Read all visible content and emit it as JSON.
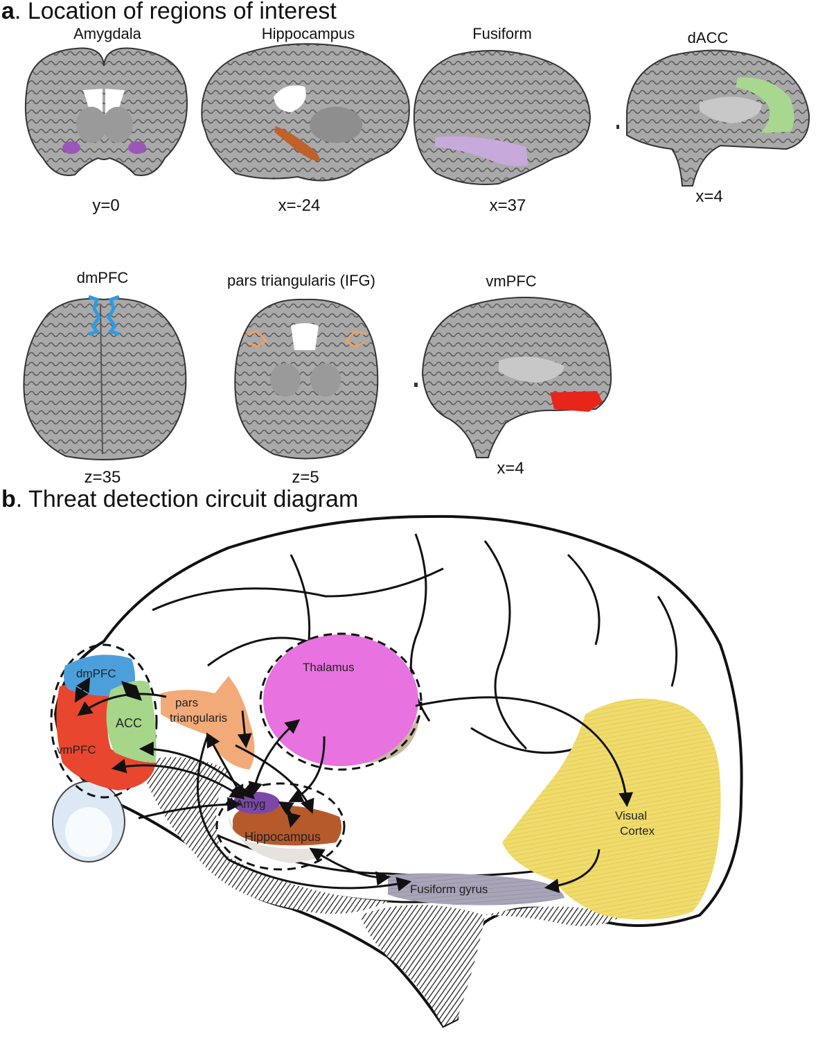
{
  "panel_a": {
    "letter": "a",
    "title": ". Location of regions of interest",
    "slices": [
      {
        "label": "Amygdala",
        "coord": "y=0",
        "roi_color": "#9b57b8"
      },
      {
        "label": "Hippocampus",
        "coord": "x=-24",
        "roi_color": "#c0612b"
      },
      {
        "label": "Fusiform",
        "coord": "x=37",
        "roi_color": "#c7a9dc"
      },
      {
        "label": "dACC",
        "coord": "x=4",
        "roi_color": "#a8d890"
      },
      {
        "label": "dmPFC",
        "coord": "z=35",
        "roi_color": "#2f9be0"
      },
      {
        "label": "pars triangularis (IFG)",
        "coord": "z=5",
        "roi_color": "#f0a060"
      },
      {
        "label": "vmPFC",
        "coord": "x=4",
        "roi_color": "#e8251b"
      }
    ]
  },
  "panel_b": {
    "letter": "b",
    "title": ". Threat detection circuit diagram",
    "regions": {
      "dmpfc": {
        "label": "dmPFC",
        "color": "#4d9fdc"
      },
      "acc": {
        "label": "ACC",
        "color": "#a6d68a"
      },
      "vmpfc": {
        "label": "vmPFC",
        "color": "#e8462e"
      },
      "pars_line1": "pars",
      "pars_line2": "triangularis",
      "pars_color": "#f2ab78",
      "thalamus": {
        "label": "Thalamus",
        "color": "#e872e0"
      },
      "amyg": {
        "label": "Amyg",
        "color": "#7b48a8"
      },
      "hippocampus": {
        "label": "Hippocampus",
        "color": "#b65a2c"
      },
      "fusiform": {
        "label": "Fusiform gyrus",
        "color": "#a9a4b8"
      },
      "visual_line1": "Visual",
      "visual_line2": "Cortex",
      "visual_color": "#f0dc6c"
    }
  }
}
